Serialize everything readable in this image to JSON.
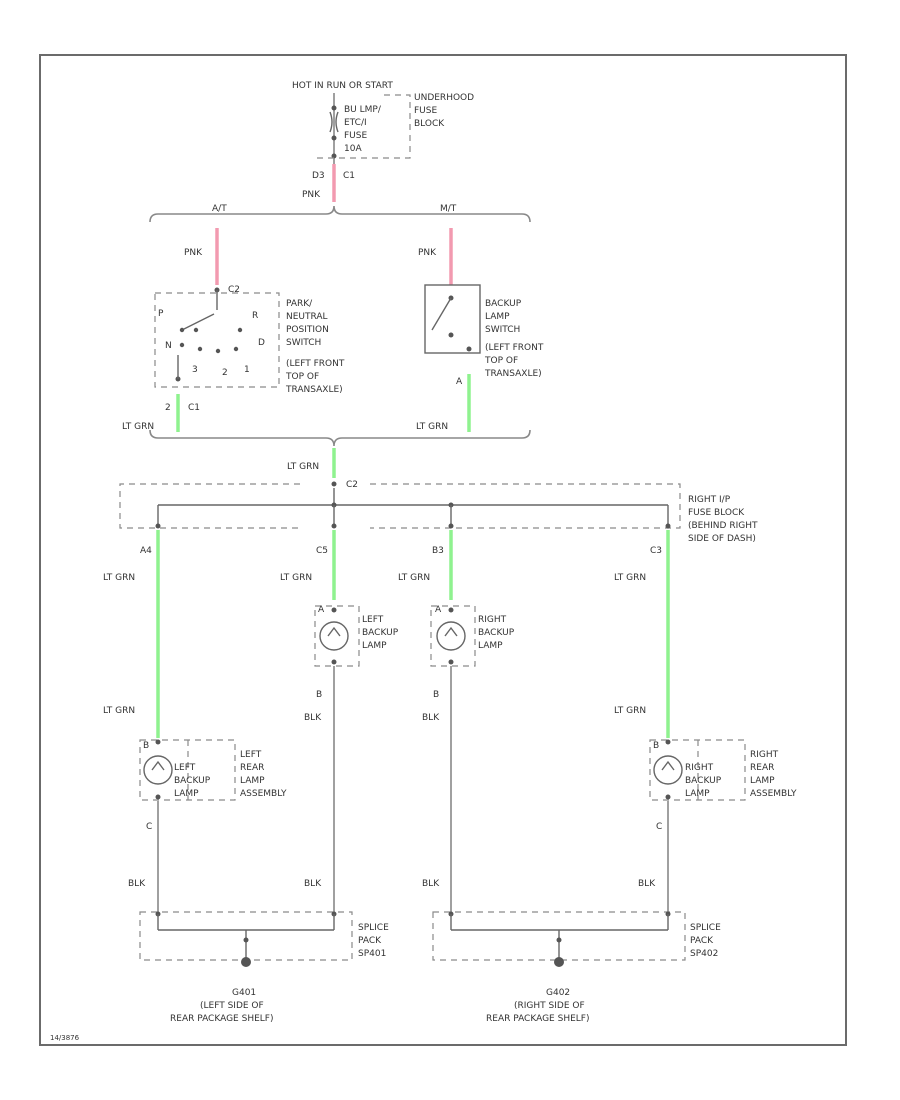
{
  "fuse": {
    "header": "HOT IN RUN OR START",
    "name": [
      "BU LMP/",
      "ETC/I",
      "FUSE",
      "10A"
    ],
    "block": [
      "UNDERHOOD",
      "FUSE",
      "BLOCK"
    ],
    "pin_left": "D3",
    "pin_right": "C1",
    "wire": "PNK"
  },
  "branch": {
    "left": "A/T",
    "right": "M/T"
  },
  "wire_colors": {
    "pnk": "PNK",
    "ltgrn": "LT GRN",
    "blk": "BLK"
  },
  "pnp_switch": {
    "label": [
      "PARK/",
      "NEUTRAL",
      "POSITION",
      "SWITCH",
      "(LEFT FRONT",
      "TOP OF",
      "TRANSAXLE)"
    ],
    "top_pin": "C2",
    "bottom_pin_num": "2",
    "bottom_pin": "C1",
    "positions": [
      "P",
      "R",
      "N",
      "D",
      "3",
      "2",
      "1"
    ]
  },
  "backup_switch": {
    "label": [
      "BACKUP",
      "LAMP",
      "SWITCH",
      "(LEFT FRONT",
      "TOP OF",
      "TRANSAXLE)"
    ],
    "pin": "A"
  },
  "ip_fuse_block": {
    "top_pin": "C2",
    "label": [
      "RIGHT I/P",
      "FUSE BLOCK",
      "(BEHIND RIGHT",
      "SIDE OF DASH)"
    ],
    "pins": [
      "A4",
      "C5",
      "B3",
      "C3"
    ]
  },
  "lamps": {
    "left_backup": [
      "LEFT",
      "BACKUP",
      "LAMP"
    ],
    "right_backup": [
      "RIGHT",
      "BACKUP",
      "LAMP"
    ],
    "pin_top": "A",
    "pin_bottom": "B"
  },
  "rear_assemblies": {
    "left_lamp": [
      "LEFT",
      "BACKUP",
      "LAMP"
    ],
    "left_asm": [
      "LEFT",
      "REAR",
      "LAMP",
      "ASSEMBLY"
    ],
    "right_lamp": [
      "RIGHT",
      "BACKUP",
      "LAMP"
    ],
    "right_asm": [
      "RIGHT",
      "REAR",
      "LAMP",
      "ASSEMBLY"
    ],
    "pin_top": "B",
    "pin_bottom": "C"
  },
  "splice": {
    "left": [
      "SPLICE",
      "PACK",
      "SP401"
    ],
    "right": [
      "SPLICE",
      "PACK",
      "SP402"
    ]
  },
  "grounds": {
    "left": [
      "G401",
      "(LEFT SIDE OF",
      "REAR PACKAGE SHELF)"
    ],
    "right": [
      "G402",
      "(RIGHT SIDE OF",
      "REAR PACKAGE SHELF)"
    ]
  },
  "footer": {
    "code": "14/3876"
  },
  "colors": {
    "pink_wire": "#f29ab0",
    "green_wire": "#8ff28f",
    "line": "#888888"
  }
}
